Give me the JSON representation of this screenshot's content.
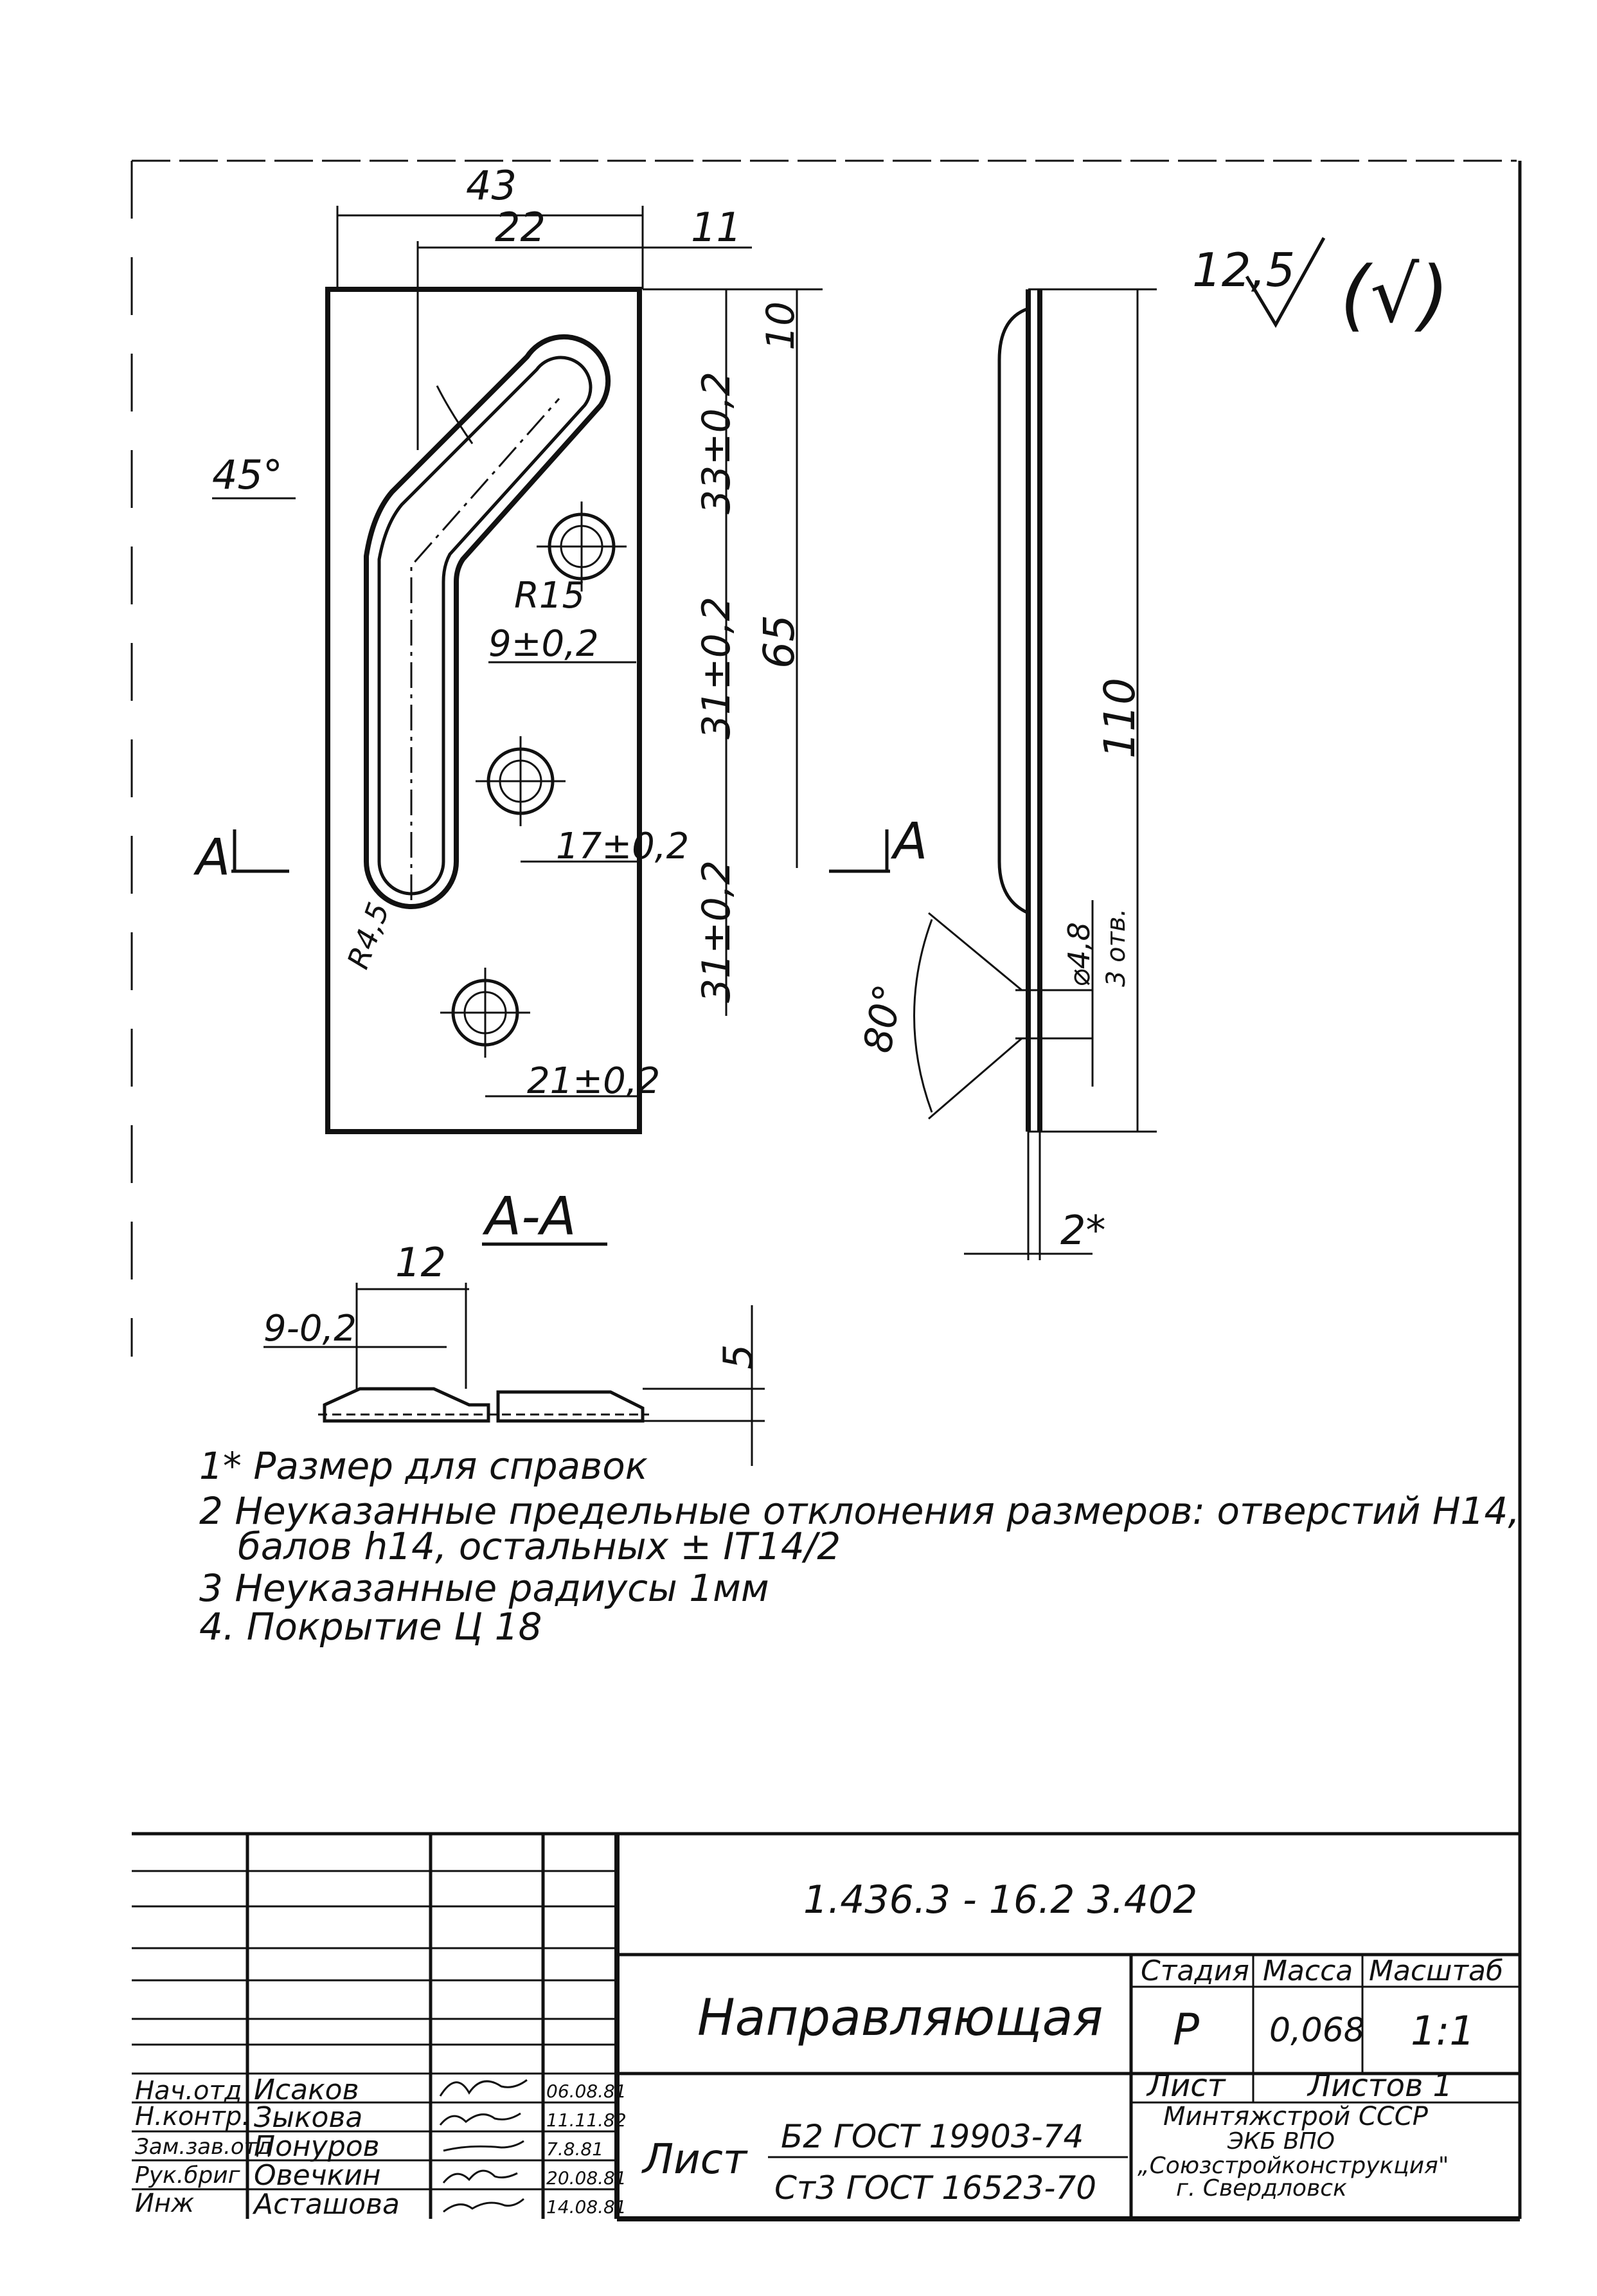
{
  "drawing": {
    "roughness": {
      "value": "12,5",
      "mark_extra": "(√)"
    },
    "front_view": {
      "dim_43": "43",
      "dim_22": "22",
      "dim_11": "11",
      "dim_45deg": "45°",
      "dim_10": "10",
      "dim_33": "33±0,2",
      "dim_65": "65",
      "dim_31a": "31±0,2",
      "dim_31b": "31±0,2",
      "dim_R15": "R15",
      "dim_9": "9±0,2",
      "dim_17": "17±0,2",
      "dim_21": "21±0,2",
      "dim_R45": "R4,5",
      "section_mark_left": "A",
      "section_mark_right": "A"
    },
    "side_view": {
      "dim_110": "110",
      "dim_hole": "⌀4,8",
      "dim_holes_count": "3 отв.",
      "dim_80deg": "80°",
      "dim_2": "2*"
    },
    "section_view": {
      "title": "A-A",
      "dim_12": "12",
      "dim_9": "9-0,2",
      "dim_5": "5"
    }
  },
  "notes": [
    "1* Размер   для справок",
    "2 Неуказанные предельные отклонения размеров: отверстий H14,",
    "балов h14, остальных ± IT14/2",
    "3 Неуказанные радиусы 1мм",
    "4. Покрытие Ц 18"
  ],
  "title_block": {
    "document_code": "1.436.3 - 16.2   3.402",
    "part_name": "Направляющая",
    "col_stage": "Стадия",
    "col_mass": "Масса",
    "col_scale": "Масштаб",
    "stage": "Р",
    "mass": "0,068",
    "scale": "1:1",
    "sheet_label": "Лист",
    "sheets_label": "Листов 1",
    "organization_1": "Минтяжстрой СССР",
    "organization_2": "ЭКБ ВПО",
    "organization_3": "„Союзстройконструкция\"",
    "organization_4": "г. Свердловск",
    "material_prefix": "Лист",
    "material_top": "Б2 ГОСТ 19903-74",
    "material_bottom": "Ст3 ГОСТ 16523-70",
    "signatures": [
      {
        "role": "Нач.отд",
        "name": "Исаков",
        "date": "06.08.81"
      },
      {
        "role": "Н.контр.",
        "name": "Зыкова",
        "date": "11.11.82"
      },
      {
        "role": "Зам.зав.отд",
        "name": "Понуров",
        "date": "7.8.81"
      },
      {
        "role": "Рук.бриг",
        "name": "Овечкин",
        "date": "20.08.81"
      },
      {
        "role": "Инж",
        "name": "Асташова",
        "date": "14.08.81"
      }
    ]
  }
}
